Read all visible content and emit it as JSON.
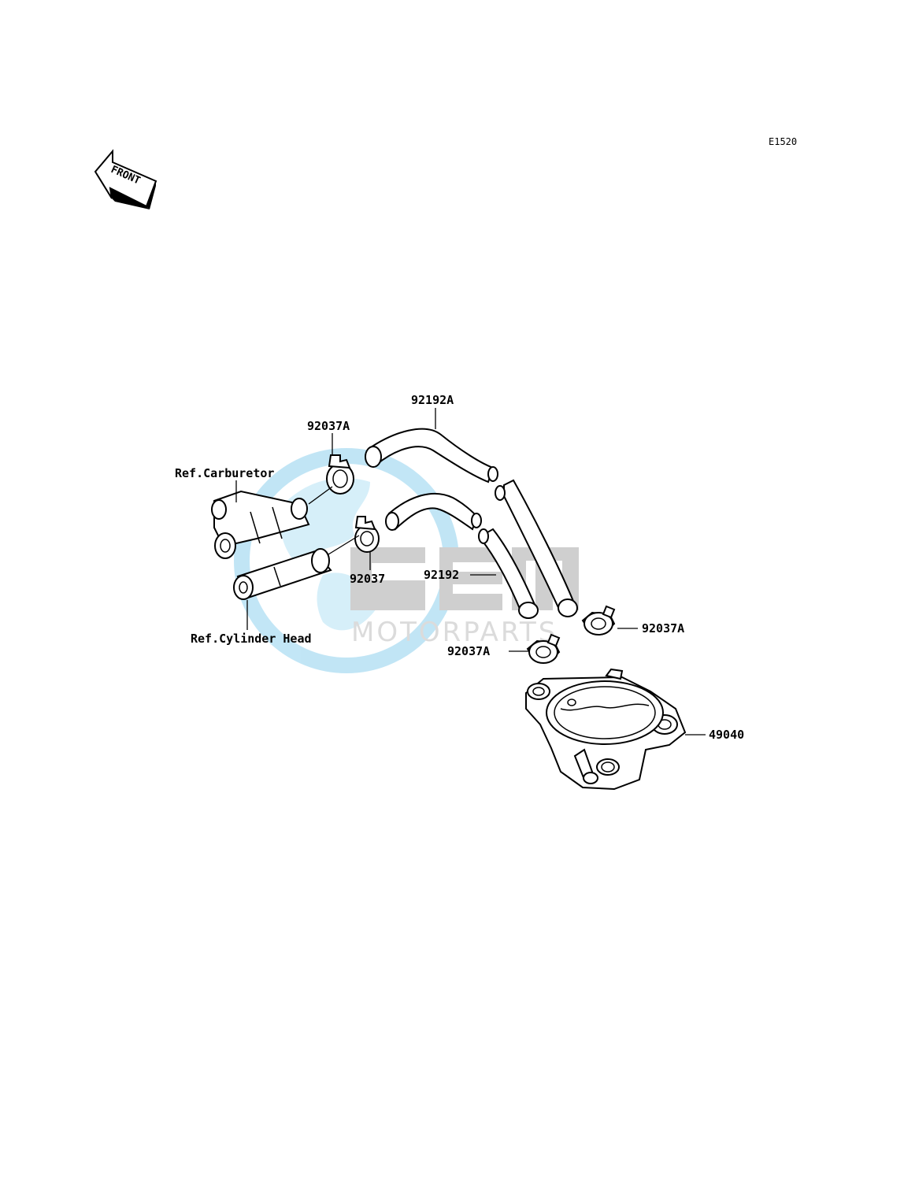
{
  "diagram_code": "E1520",
  "front_arrow_label": "FRONT",
  "watermark": {
    "brand": "GEM",
    "tagline": "MOTORPARTS"
  },
  "callouts": {
    "hose_92192A": "92192A",
    "clamp_92037A_top": "92037A",
    "ref_carburetor": "Ref.Carburetor",
    "clamp_92037": "92037",
    "hose_92192": "92192",
    "ref_cylinder_head": "Ref.Cylinder Head",
    "clamp_92037A_right": "92037A",
    "clamp_92037A_lower": "92037A",
    "pump_49040": "49040"
  }
}
